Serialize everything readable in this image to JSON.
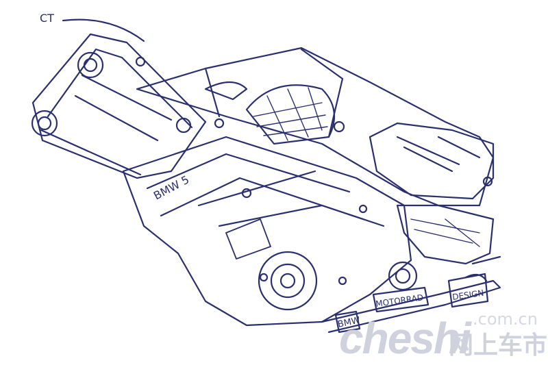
{
  "sketch": {
    "signature": "CT",
    "engine_label": "BMW 5",
    "base_label_brand": "BMW",
    "plate_motorrad": "MOTORRAD",
    "plate_design": "DESIGN",
    "ink_color": "#2a2f6e"
  },
  "watermark": {
    "latin": "cheshi",
    "domain": ".com.cn",
    "cjk": "网上车市",
    "color": "#cfd2dc"
  }
}
